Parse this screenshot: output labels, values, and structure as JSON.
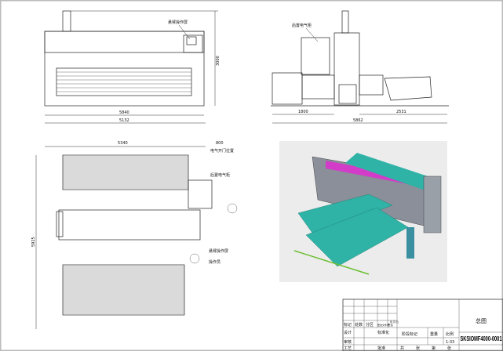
{
  "front_view": {
    "label_control_panel": "悬臂操作屏",
    "dim_inner_width": "5840",
    "dim_total_width": "5132",
    "dim_height": "3000"
  },
  "side_view": {
    "label_cabinet": "后置电气柜",
    "dim_left": "1800",
    "dim_right": "2531",
    "dim_total": "5862"
  },
  "plan_view": {
    "dim_width": "5340",
    "dim_clearance": "800",
    "label_door": "电气开门位置",
    "label_cabinet": "后置电气柜",
    "label_control_panel": "悬臂操作屏",
    "label_operator": "操作员",
    "dim_depth": "5925"
  },
  "title_block": {
    "headers": [
      "标记",
      "处数",
      "分区",
      "更改文件号",
      "签名",
      "年.月.日"
    ],
    "design": "设计",
    "standardize": "标准化",
    "review": "审核",
    "process": "工艺",
    "approve": "批准",
    "stage_mark": "阶段标记",
    "weight": "重量",
    "scale_label": "比例",
    "scale": "1:33",
    "sheets": [
      "共",
      "张",
      "第",
      "张"
    ],
    "title": "总图",
    "drawing_no": "SKSIOMF4000-0001"
  },
  "colors": {
    "render_teal": "#2fb3a6",
    "render_magenta": "#d23cc8",
    "render_gray": "#8a8f99",
    "render_bg": "#ececec"
  }
}
